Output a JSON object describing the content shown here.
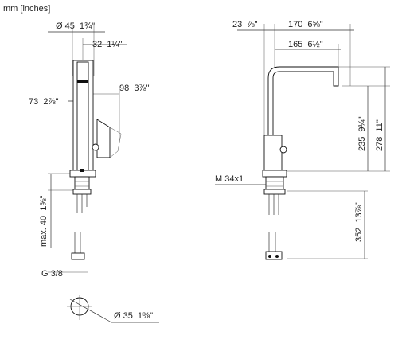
{
  "units_label": "mm [inches]",
  "front_view": {
    "dim_body_diameter": {
      "mm": "Ø 45",
      "inch": "1¾\""
    },
    "dim_handle_width": {
      "mm": "32",
      "inch": "1¼\""
    },
    "dim_handle_reach": {
      "mm": "98",
      "inch": "3⅞\""
    },
    "dim_handle_height": {
      "mm": "73",
      "inch": "2⅞\""
    },
    "dim_deck_max": {
      "mm": "max. 40",
      "inch": "1⅝\""
    },
    "connection_thread": "G 3/8",
    "dim_hole_diameter": {
      "mm": "Ø 35",
      "inch": "1⅜\""
    }
  },
  "side_view": {
    "dim_spout_tip": {
      "mm": "23",
      "inch": "⅞\""
    },
    "dim_reach_total": {
      "mm": "170",
      "inch": "6⅝\""
    },
    "dim_reach_center": {
      "mm": "165",
      "inch": "6½\""
    },
    "dim_spout_height": {
      "mm": "235",
      "inch": "9¼\""
    },
    "dim_total_height": {
      "mm": "278",
      "inch": "11\""
    },
    "dim_hose_length": {
      "mm": "352",
      "inch": "13⅞\""
    },
    "mounting_thread": "M 34x1"
  }
}
